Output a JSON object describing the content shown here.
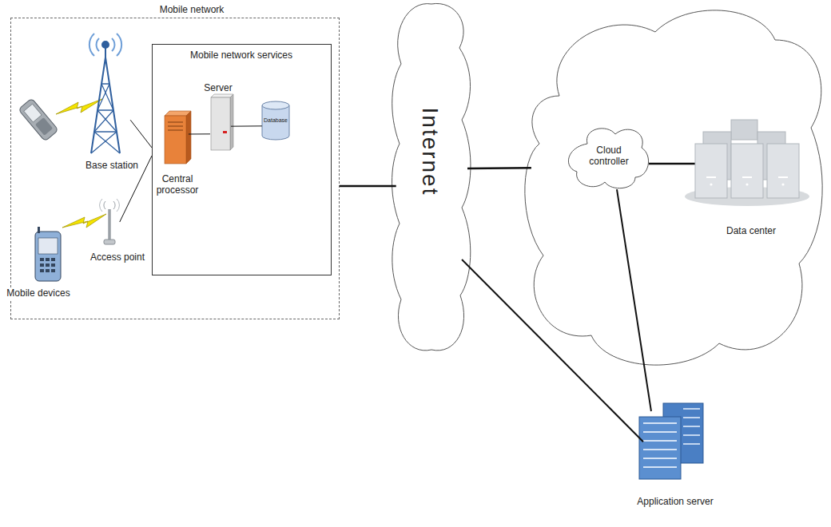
{
  "diagram": {
    "nodes": [
      {
        "text": [
          "Mobile network"
        ]
      },
      {
        "text": [
          "Base station"
        ],
        "in": 0
      },
      {
        "text": [
          "Mobile network services"
        ],
        "in": 0
      },
      {
        "text": [
          "Central processor"
        ],
        "in": 2
      },
      {
        "text": [
          "Server"
        ],
        "in": 2
      },
      {
        "text": [
          "Database"
        ],
        "in": 2
      },
      {
        "text": [
          "Access point"
        ],
        "in": 0
      },
      {
        "text": [
          "Internet"
        ]
      },
      {
        "text": [
          "Data center"
        ]
      },
      {
        "text": [
          "Cloud controller"
        ],
        "in": 8
      },
      {
        "text": [
          "Application server"
        ]
      }
    ],
    "edges": [
      {
        "from": 1,
        "to": 2,
        "arrow": "none"
      },
      {
        "from": 6,
        "to": 2,
        "arrow": "none"
      },
      {
        "from": 3,
        "to": 4,
        "arrow": "none"
      },
      {
        "from": 4,
        "to": 5,
        "arrow": "none"
      },
      {
        "from": 0,
        "to": 7,
        "arrow": "none"
      },
      {
        "from": 7,
        "to": 8,
        "arrow": "none"
      },
      {
        "from": 7,
        "to": 10,
        "arrow": "none"
      },
      {
        "from": 9,
        "to": 10,
        "arrow": "none"
      }
    ],
    "labels": [
      "Mobile devices"
    ]
  }
}
